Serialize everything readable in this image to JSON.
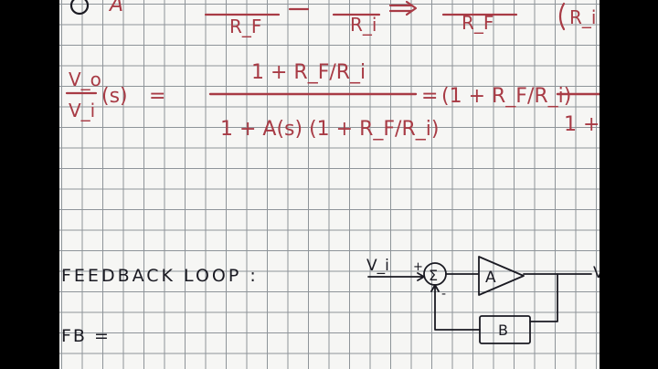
{
  "top_line": {
    "left_symbol": "A",
    "frac1_den": "R_F",
    "frac2_den": "R_i",
    "frac3_den": "R_F",
    "right_paren_content": "R_i"
  },
  "transfer_function": {
    "lhs_num": "V_o",
    "lhs_den": "V_i",
    "lhs_arg": "(s)",
    "equals": "=",
    "num": "1 + R_F/R_i",
    "den": "1 + A(s) (1 + R_F/R_i)",
    "rhs_factor": "(1 + R_F/R_i)",
    "rhs_cut_den": "1 +"
  },
  "feedback_section": {
    "heading": "FEEDBACK LOOP :",
    "fb_label": "FB =",
    "diagram": {
      "input": "V_i",
      "plus_sign": "+",
      "minus_sign": "-",
      "sum_symbol": "Σ",
      "forward_block": "A",
      "feedback_block": "B",
      "output_cut": "V"
    }
  },
  "colors": {
    "ink_red": "#a83b45",
    "ink_black": "#1a1a22",
    "grid": "#8e9499",
    "paper": "#f6f6f4",
    "bezel": "#000000"
  }
}
